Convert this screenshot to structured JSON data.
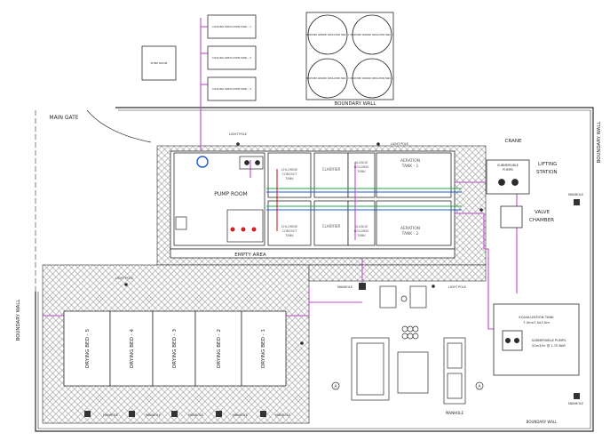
{
  "labels": {
    "main_gate": "MAIN GATE",
    "boundary_wall": "BOUNDARY WALL",
    "pump_room": "PUMP ROOM",
    "pump_room_small": "PUMP ROOM",
    "chlorine_tank_1": [
      "CHLORINE",
      "CONTACT",
      "TANK"
    ],
    "chlorine_tank_2": [
      "CHLORINE",
      "CONTACT",
      "TANK"
    ],
    "clarifier_1": "CLARIFIER",
    "clarifier_2": "CLARIFIER",
    "sludge_tank_1": [
      "SLUDGE",
      "HOLDING",
      "TANK"
    ],
    "sludge_tank_2": [
      "SLUDGE",
      "HOLDING",
      "TANK"
    ],
    "aeration_tank_1": [
      "AERATION",
      "TANK - 1"
    ],
    "aeration_tank_2": [
      "AERATION",
      "TANK - 2"
    ],
    "empty_area": "EMPTY AREA",
    "crane": "CRANE",
    "lifting_station": [
      "LIFTING",
      "STATION"
    ],
    "submersible_pumps_top": [
      "SUBMERSIBLE",
      "PUMPS"
    ],
    "valve_chamber": [
      "VALVE",
      "CHAMBER"
    ],
    "light_pole": "LIGHT POLE",
    "manhole": "MANHOLE",
    "equalization_tank": [
      "EQUALIZATION TANK",
      "7.0mx7.0x3.0m"
    ],
    "submersible_pumps_bottom": [
      "SUBMERSIBLE PUMPS",
      "52m3/hr @ 1.70 BAR"
    ],
    "drying_beds": [
      "DRYING BED - 5",
      "DRYING BED - 4",
      "DRYING BED - 3",
      "DRYING BED - 2",
      "DRYING BED - 1"
    ],
    "cooling_towers": [
      "COOLING SIMULATION TANK - 1",
      "COOLING SIMULATION TANK - 2",
      "COOLING SIMULATION TANK - 3"
    ],
    "proposed_tanks": [
      "PROPOSED AEROBIC SIMULATION TANK - 2",
      "PROPOSED AEROBIC SIMULATION TANK - 1",
      "PROPOSED AEROBIC SIMULATION TANK - 3",
      "PROPOSED AEROBIC SIMULATION TANK - 4"
    ],
    "section_marker": "A",
    "manhole_label": "MANHOLE"
  },
  "colors": {
    "line": "#2b2b2b",
    "pipe_magenta": "#c04ccc",
    "pipe_green": "#22aa44",
    "pipe_blue": "#2255dd",
    "pipe_red": "#cc2222",
    "hatch": "#9a9a9a"
  },
  "icons": {
    "drain_dot": "filled-square",
    "gate_arc": "arc"
  }
}
